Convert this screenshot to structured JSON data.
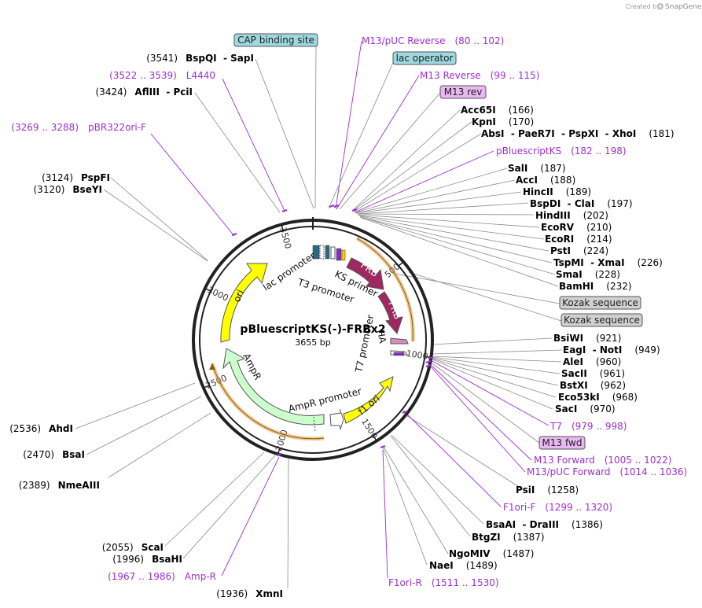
{
  "credit": "Created by",
  "brand": "SnapGene",
  "plasmid": {
    "name": "pBluescriptKS(-)-FRBx2",
    "size": "3655 bp"
  },
  "ticks": [
    "500",
    "1000",
    "1500",
    "2000",
    "2500",
    "3000",
    "3500"
  ],
  "boxes": [
    {
      "text": "CAP binding site",
      "kind": "cyan"
    },
    {
      "text": "lac operator",
      "kind": "cyan"
    },
    {
      "text": "M13 rev",
      "kind": "violet"
    },
    {
      "text": "Kozak sequence",
      "kind": "gray"
    },
    {
      "text": "Kozak sequence",
      "kind": "gray"
    },
    {
      "text": "M13 fwd",
      "kind": "violet"
    }
  ],
  "features": {
    "lac_promoter": "lac promoter",
    "ks_primer": "KS primer",
    "t3_promoter": "T3 promoter",
    "t7_promoter": "T7 promoter",
    "frb1": "FRB",
    "frb2": "FRB",
    "ha": "HA",
    "ori": "ori",
    "ampr": "AmpR",
    "ampr_promoter": "AmpR promoter",
    "f1_ori": "f1 ori"
  },
  "right_labels": [
    {
      "type": "primer",
      "name": "M13/pUC Reverse",
      "pos": "(80 .. 102)"
    },
    {
      "type": "primer",
      "name": "M13 Reverse",
      "pos": "(99 .. 115)"
    },
    {
      "type": "enzyme",
      "name": "Acc65I",
      "pos": "(166)"
    },
    {
      "type": "enzyme",
      "name": "KpnI",
      "pos": "(170)"
    },
    {
      "type": "enzyme",
      "name": "AbsI  - PaeR7I  - PspXI  - XhoI",
      "pos": "(181)"
    },
    {
      "type": "primer",
      "name": "pBluescriptKS",
      "pos": "(182 .. 198)"
    },
    {
      "type": "enzyme",
      "name": "SalI",
      "pos": "(187)"
    },
    {
      "type": "enzyme",
      "name": "AccI",
      "pos": "(188)"
    },
    {
      "type": "enzyme",
      "name": "HincII",
      "pos": "(189)"
    },
    {
      "type": "enzyme",
      "name": "BspDI  - ClaI",
      "pos": "(197)"
    },
    {
      "type": "enzyme",
      "name": "HindIII",
      "pos": "(202)"
    },
    {
      "type": "enzyme",
      "name": "EcoRV",
      "pos": "(210)"
    },
    {
      "type": "enzyme",
      "name": "EcoRI",
      "pos": "(214)"
    },
    {
      "type": "enzyme",
      "name": "PstI",
      "pos": "(224)"
    },
    {
      "type": "enzyme",
      "name": "TspMI  - XmaI",
      "pos": "(226)"
    },
    {
      "type": "enzyme",
      "name": "SmaI",
      "pos": "(228)"
    },
    {
      "type": "enzyme",
      "name": "BamHI",
      "pos": "(232)"
    },
    {
      "type": "enzyme",
      "name": "BsiWI",
      "pos": "(921)"
    },
    {
      "type": "enzyme",
      "name": "EagI  - NotI",
      "pos": "(949)"
    },
    {
      "type": "enzyme",
      "name": "AleI",
      "pos": "(960)"
    },
    {
      "type": "enzyme",
      "name": "SacII",
      "pos": "(961)"
    },
    {
      "type": "enzyme",
      "name": "BstXI",
      "pos": "(962)"
    },
    {
      "type": "enzyme",
      "name": "Eco53kI",
      "pos": "(968)"
    },
    {
      "type": "enzyme",
      "name": "SacI",
      "pos": "(970)"
    },
    {
      "type": "primer",
      "name": "T7",
      "pos": "(979 .. 998)"
    },
    {
      "type": "primer",
      "name": "M13 Forward",
      "pos": "(1005 .. 1022)"
    },
    {
      "type": "primer",
      "name": "M13/pUC Forward",
      "pos": "(1014 .. 1036)"
    },
    {
      "type": "enzyme",
      "name": "PsiI",
      "pos": "(1258)"
    },
    {
      "type": "primer",
      "name": "F1ori-F",
      "pos": "(1299 .. 1320)"
    },
    {
      "type": "enzyme",
      "name": "BsaAI  - DraIII",
      "pos": "(1386)"
    },
    {
      "type": "enzyme",
      "name": "BtgZI",
      "pos": "(1387)"
    },
    {
      "type": "enzyme",
      "name": "NgoMIV",
      "pos": "(1487)"
    },
    {
      "type": "enzyme",
      "name": "NaeI",
      "pos": "(1489)"
    },
    {
      "type": "primer",
      "name": "F1ori-R",
      "pos": "(1511 .. 1530)"
    }
  ],
  "left_labels": [
    {
      "type": "enzyme",
      "name": "BspQI  - SapI",
      "pos": "(3541)"
    },
    {
      "type": "primer",
      "name": "L4440",
      "pos": "(3522 .. 3539)"
    },
    {
      "type": "enzyme",
      "name": "AflIII  - PciI",
      "pos": "(3424)"
    },
    {
      "type": "primer",
      "name": "pBR322ori-F",
      "pos": "(3269 .. 3288)"
    },
    {
      "type": "enzyme",
      "name": "PspFI",
      "pos": "(3124)"
    },
    {
      "type": "enzyme",
      "name": "BseYI",
      "pos": "(3120)"
    },
    {
      "type": "enzyme",
      "name": "AhdI",
      "pos": "(2536)"
    },
    {
      "type": "enzyme",
      "name": "BsaI",
      "pos": "(2470)"
    },
    {
      "type": "enzyme",
      "name": "NmeAIII",
      "pos": "(2389)"
    },
    {
      "type": "enzyme",
      "name": "ScaI",
      "pos": "(2055)"
    },
    {
      "type": "enzyme",
      "name": "BsaHI",
      "pos": "(1996)"
    },
    {
      "type": "primer",
      "name": "Amp-R",
      "pos": "(1967 .. 1986)"
    },
    {
      "type": "enzyme",
      "name": "XmnI",
      "pos": "(1936)"
    }
  ],
  "colors": {
    "ori": "#ffff00",
    "ampr": "#ccffcc",
    "frb": "#a02860",
    "cyan_box": "#9ed8e0",
    "violet_box": "#e8b8f0",
    "gray_box": "#d0d0d0",
    "primer": "#9b30d0",
    "orange_arc": "#e0a040"
  }
}
